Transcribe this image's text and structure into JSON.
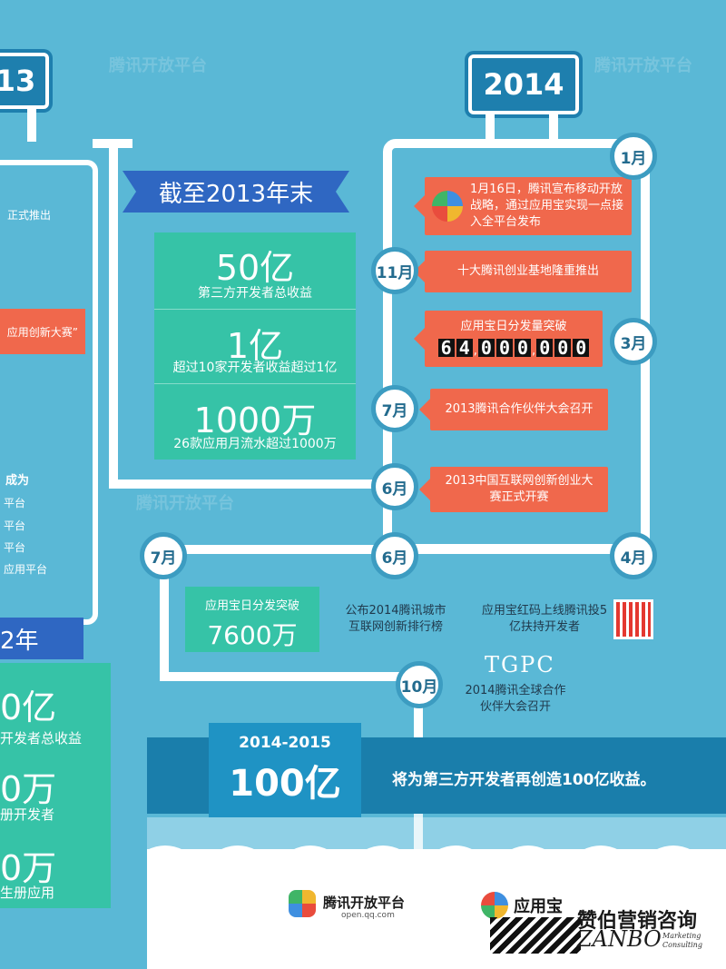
{
  "left_partial": {
    "year": "13",
    "item_launch": "正式推出",
    "item_contest": "应用创新大赛”",
    "list_head": "成为",
    "list_items": [
      "平台",
      "平台",
      "平台",
      "应用平台"
    ],
    "year2": "2年",
    "stats": [
      {
        "num": "0亿",
        "label": "开发者总收益"
      },
      {
        "num": "0万",
        "label": "册开发者"
      },
      {
        "num": "0万",
        "label": "生册应用"
      }
    ]
  },
  "year_2014": "2014",
  "summary": {
    "ribbon": "截至2013年末",
    "stats": [
      {
        "num": "50亿",
        "label": "第三方开发者总收益"
      },
      {
        "num": "1亿",
        "label": "超过10家开发者收益超过1亿"
      },
      {
        "num": "1000万",
        "label": "26款应用月流水超过1000万"
      }
    ]
  },
  "months": {
    "jan": "1月",
    "nov": "11月",
    "mar": "3月",
    "jul_right": "7月",
    "jun_right": "6月",
    "apr": "4月",
    "jun_mid": "6月",
    "jul_left": "7月",
    "oct": "10月"
  },
  "events": {
    "e1": "1月16日，腾讯宣布移动开放战略，通过应用宝实现一点接入全平台发布",
    "e2": "十大腾讯创业基地隆重推出",
    "e3_title": "应用宝日分发量突破",
    "e3_digits": [
      "6",
      "4",
      ",",
      "0",
      "0",
      "0",
      ",",
      "0",
      "0",
      "0"
    ],
    "e4": "2013腾讯合作伙伴大会召开",
    "e5": "2013中国互联网创新创业大赛正式开赛"
  },
  "lower": {
    "dist_title": "应用宝日分发突破",
    "dist_num": "7600万",
    "city": "公布2014腾讯城市互联网创新排行榜",
    "redcode": "应用宝红码上线腾讯投5亿扶持开发者",
    "tgpc_logo": "TGPC",
    "tgpc": "2014腾讯全球合作伙伴大会召开"
  },
  "banner": {
    "years": "2014-2015",
    "num": "100亿",
    "text": "将为第三方开发者再创造100亿收益。"
  },
  "footer": {
    "logo1": "腾讯开放平台",
    "logo1_url": "open.qq.com",
    "logo2": "应用宝",
    "brand_cn": "赞伯营销咨询",
    "brand_en": "ZANBO",
    "brand_small": "Marketing Consulting"
  },
  "watermark": "腾讯开放平台",
  "colors": {
    "bg": "#5ab8d6",
    "track": "#ffffff",
    "accent_blue": "#1e7fae",
    "green": "#36c3a7",
    "event": "#f0684c",
    "ribbon": "#2f67c2"
  }
}
